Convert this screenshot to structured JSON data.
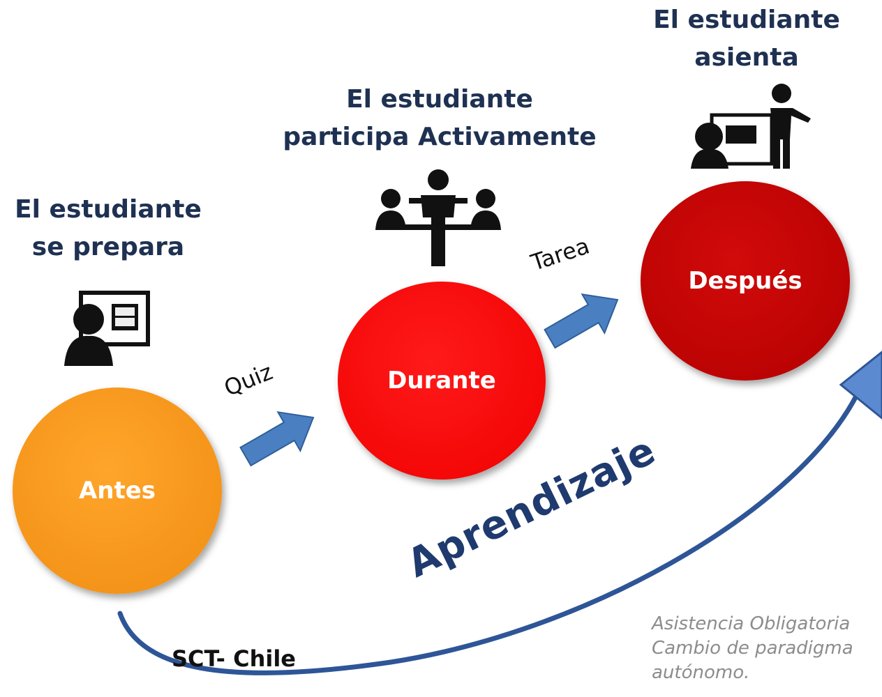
{
  "stages": {
    "antes": {
      "heading": [
        "El estudiante",
        "se prepara"
      ],
      "circle_label": "Antes",
      "color": "#f7941d"
    },
    "durante": {
      "heading": [
        "El estudiante",
        "participa Activamente"
      ],
      "circle_label": "Durante",
      "color": "#ff0000"
    },
    "despues": {
      "heading": [
        "El estudiante",
        "asienta"
      ],
      "circle_label": "Después",
      "color": "#c00000"
    }
  },
  "transitions": {
    "quiz": "Quiz",
    "tarea": "Tarea"
  },
  "curve_label": "Aprendizaje",
  "source_label": "SCT- Chile",
  "footnote": [
    "Asistencia Obligatoria",
    "Cambio de paradigma",
    "autónomo."
  ],
  "icons": [
    "video-lecture-icon",
    "meeting-icon",
    "presentation-icon"
  ],
  "colors": {
    "heading": "#1f3152",
    "arrow": "#4a7fc1",
    "curve": "#2e5597",
    "footnote": "#8c8c8c"
  }
}
